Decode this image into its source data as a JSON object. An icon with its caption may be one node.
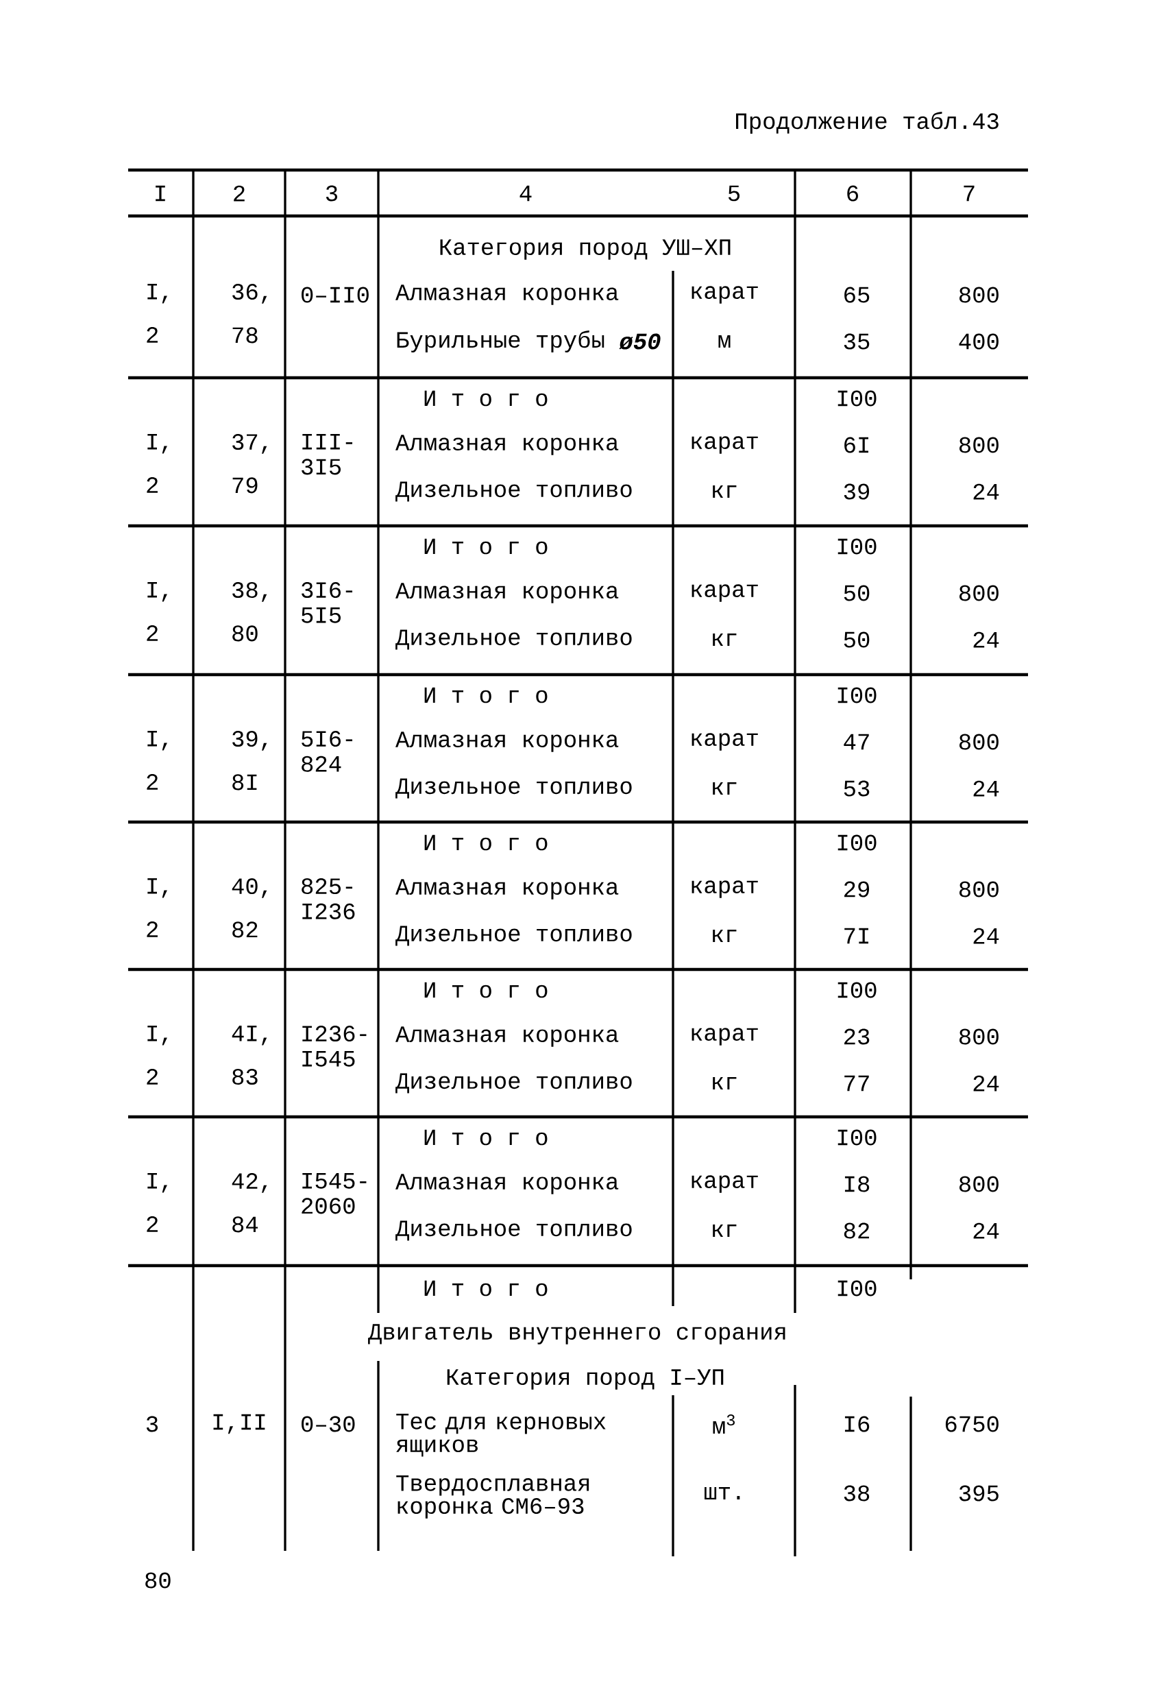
{
  "diagram": {
    "title": "Продолжение табл.43",
    "labels": [
      "I",
      "2",
      "3",
      "4",
      "5",
      "6",
      "7",
      "Категория пород УШ–ХП",
      "I, 2",
      "36, 78",
      "0–II0",
      "Алмазная коронка",
      "карат",
      "65",
      "800",
      "Бурильные трубы",
      "ø50",
      "м",
      "35",
      "400",
      "И т о г о",
      "I00",
      "I, 2",
      "37, 79",
      "III- 3I5",
      "Алмазная коронка",
      "карат",
      "6I",
      "800",
      "Дизельное топливо",
      "кг",
      "39",
      "24",
      "И т о г о",
      "I00",
      "I, 2",
      "38, 80",
      "3I6- 5I5",
      "Алмазная коронка",
      "карат",
      "50",
      "800",
      "Дизельное топливо",
      "кг",
      "50",
      "24",
      "И т о г о",
      "I00",
      "I, 2",
      "39, 8I",
      "5I6- 824",
      "Алмазная коронка",
      "карат",
      "47",
      "800",
      "Дизельное топливо",
      "кг",
      "53",
      "24",
      "И т о г о",
      "I00",
      "I, 2",
      "40, 82",
      "825- I236",
      "Алмазная коронка",
      "карат",
      "29",
      "800",
      "Дизельное топливо",
      "кг",
      "7I",
      "24",
      "И т о г о",
      "I00",
      "I, 2",
      "4I, 83",
      "I236- I545",
      "Алмазная коронка",
      "карат",
      "23",
      "800",
      "Дизельное топливо",
      "кг",
      "77",
      "24",
      "И т о г о",
      "I00",
      "I, 2",
      "42, 84",
      "I545- 2060",
      "Алмазная коронка",
      "карат",
      "I8",
      "800",
      "Дизельное топливо",
      "кг",
      "82",
      "24",
      "И т о г о",
      "I00",
      "Двигатель внутреннего сгорания",
      "Категория пород I–УП",
      "3",
      "I,II",
      "0–30",
      "Тес для керновых ящиков",
      "м$^{3}$",
      "I6",
      "6750",
      "Твердосплавная коронка СМ6–93",
      "шт.",
      "38",
      "395",
      "80"
    ]
  }
}
